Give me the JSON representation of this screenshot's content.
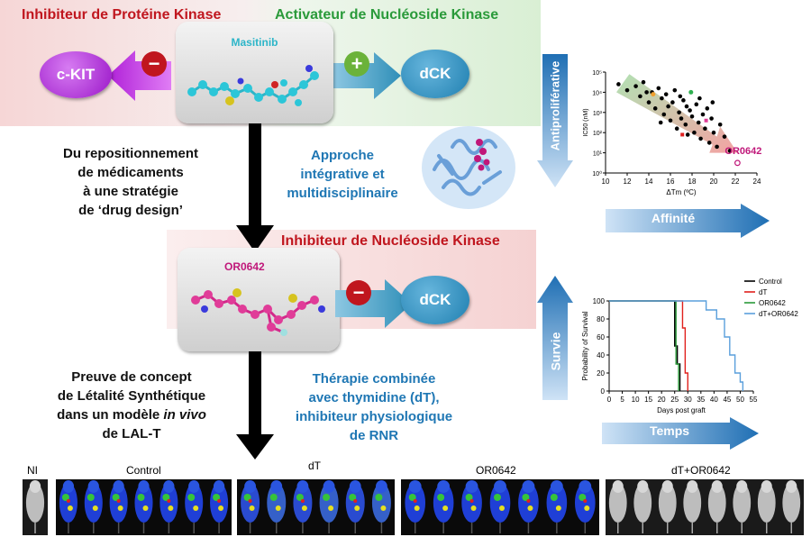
{
  "titles": {
    "inhibitor_protein_kinase": "Inhibiteur de Protéine Kinase",
    "activator_nucleoside_kinase": "Activateur de Nucléoside Kinase",
    "inhibitor_nucleoside_kinase": "Inhibiteur de Nucléoside Kinase"
  },
  "molecules": {
    "top": "Masitinib",
    "bottom": "OR0642"
  },
  "targets": {
    "ckit": "c-KIT",
    "dck_top": "dCK",
    "dck_bottom": "dCK"
  },
  "signs": {
    "minus": "−",
    "plus": "+",
    "minus2": "−"
  },
  "texts": {
    "repositioning": [
      "Du repositionnement",
      "de médicaments",
      "à une stratégie",
      "de ‘drug design’"
    ],
    "approach": [
      "Approche",
      "intégrative et",
      "multidisciplinaire"
    ],
    "proof": [
      "Preuve de concept",
      "de Létalité Synthétique",
      "dans un modèle",
      "in vivo",
      "de LAL-T"
    ],
    "therapy": [
      "Thérapie combinée",
      "avec thymidine (dT),",
      "inhibiteur physiologique",
      "de RNR"
    ]
  },
  "arrows": {
    "antiproliferative": "Antiproliférative",
    "affinity": "Affinité",
    "survival": "Survie",
    "time": "Temps"
  },
  "scatter": {
    "ylabel": "IC50 (nM)",
    "xlabel": "ΔTm (ºC)",
    "callout": "OR0642"
  },
  "survival": {
    "ylabel": "Probability of Survival",
    "xlabel": "Days post graft"
  },
  "mice_panels": {
    "ni": "NI",
    "control": "Control",
    "dt": "dT",
    "or0642": "OR0642",
    "combo": "dT+OR0642"
  },
  "colors": {
    "red": "#c0161e",
    "green": "#2a9a3a",
    "blue": "#1f77b4",
    "purple": "#a31ad0",
    "teal": "#2f8fb8",
    "magenta": "#c0187a"
  },
  "chart_data": [
    {
      "type": "scatter",
      "title": "",
      "xlabel": "ΔTm (ºC)",
      "ylabel": "IC50 (nM)",
      "xlim": [
        10,
        24
      ],
      "ylim_log10": [
        0,
        5
      ],
      "y_scale": "log",
      "x_ticks": [
        10,
        12,
        14,
        16,
        18,
        20,
        22,
        24
      ],
      "y_ticks": [
        "10⁰",
        "10¹",
        "10²",
        "10³",
        "10⁴",
        "10⁵"
      ],
      "grid": false,
      "points": [
        {
          "x": 11.2,
          "y": 4.4
        },
        {
          "x": 12.0,
          "y": 4.1
        },
        {
          "x": 12.8,
          "y": 4.3
        },
        {
          "x": 13.2,
          "y": 3.8
        },
        {
          "x": 13.5,
          "y": 4.5
        },
        {
          "x": 14.0,
          "y": 3.5
        },
        {
          "x": 14.3,
          "y": 4.0
        },
        {
          "x": 14.6,
          "y": 3.2
        },
        {
          "x": 14.9,
          "y": 4.2
        },
        {
          "x": 15.2,
          "y": 3.7
        },
        {
          "x": 15.4,
          "y": 2.9
        },
        {
          "x": 15.6,
          "y": 3.9
        },
        {
          "x": 15.8,
          "y": 3.3
        },
        {
          "x": 16.0,
          "y": 2.6
        },
        {
          "x": 16.2,
          "y": 3.5
        },
        {
          "x": 16.4,
          "y": 4.1
        },
        {
          "x": 16.6,
          "y": 2.2
        },
        {
          "x": 16.8,
          "y": 3.0
        },
        {
          "x": 17.0,
          "y": 2.7
        },
        {
          "x": 17.2,
          "y": 3.6
        },
        {
          "x": 17.4,
          "y": 2.4
        },
        {
          "x": 17.6,
          "y": 1.9
        },
        {
          "x": 17.8,
          "y": 3.1
        },
        {
          "x": 18.0,
          "y": 2.8
        },
        {
          "x": 18.2,
          "y": 2.0
        },
        {
          "x": 18.4,
          "y": 3.4
        },
        {
          "x": 18.6,
          "y": 2.5
        },
        {
          "x": 18.8,
          "y": 1.7
        },
        {
          "x": 19.0,
          "y": 2.9
        },
        {
          "x": 19.2,
          "y": 2.2
        },
        {
          "x": 19.4,
          "y": 3.2
        },
        {
          "x": 19.6,
          "y": 1.5
        },
        {
          "x": 19.8,
          "y": 2.7
        },
        {
          "x": 20.0,
          "y": 2.0
        },
        {
          "x": 20.3,
          "y": 1.3
        },
        {
          "x": 20.6,
          "y": 2.4
        },
        {
          "x": 21.0,
          "y": 1.8
        },
        {
          "x": 21.5,
          "y": 1.1
        },
        {
          "x": 13.8,
          "y": 4.0
        },
        {
          "x": 16.9,
          "y": 3.8
        },
        {
          "x": 18.7,
          "y": 3.7
        },
        {
          "x": 15.1,
          "y": 2.5
        },
        {
          "x": 19.9,
          "y": 3.5
        },
        {
          "x": 17.5,
          "y": 3.3
        }
      ],
      "highlight": {
        "label": "OR0642",
        "x": 22.2,
        "y": 0.5
      }
    },
    {
      "type": "line",
      "title": "",
      "xlabel": "Days post graft",
      "ylabel": "Probability of Survival",
      "xlim": [
        0,
        55
      ],
      "ylim": [
        0,
        100
      ],
      "x_ticks": [
        0,
        5,
        10,
        15,
        20,
        25,
        30,
        35,
        40,
        45,
        50,
        55
      ],
      "y_ticks": [
        0,
        20,
        40,
        60,
        80,
        100
      ],
      "legend": "top-right",
      "series": [
        {
          "name": "Control",
          "color": "#000000",
          "x": [
            0,
            25,
            25,
            26,
            26,
            27,
            27
          ],
          "y": [
            100,
            100,
            50,
            50,
            30,
            30,
            0
          ]
        },
        {
          "name": "dT",
          "color": "#e0201c",
          "x": [
            0,
            28,
            28,
            29,
            29,
            30,
            30
          ],
          "y": [
            100,
            100,
            70,
            70,
            20,
            20,
            0
          ]
        },
        {
          "name": "OR0642",
          "color": "#2a9a3a",
          "x": [
            0,
            25.5,
            25.5,
            26.5,
            26.5
          ],
          "y": [
            100,
            100,
            30,
            30,
            0
          ]
        },
        {
          "name": "dT+OR0642",
          "color": "#5a9fdc",
          "x": [
            0,
            37,
            37,
            41,
            41,
            44,
            44,
            46,
            46,
            48,
            48,
            50,
            50,
            51,
            51
          ],
          "y": [
            100,
            100,
            90,
            90,
            80,
            80,
            60,
            60,
            40,
            40,
            20,
            20,
            10,
            10,
            0
          ]
        }
      ]
    }
  ]
}
